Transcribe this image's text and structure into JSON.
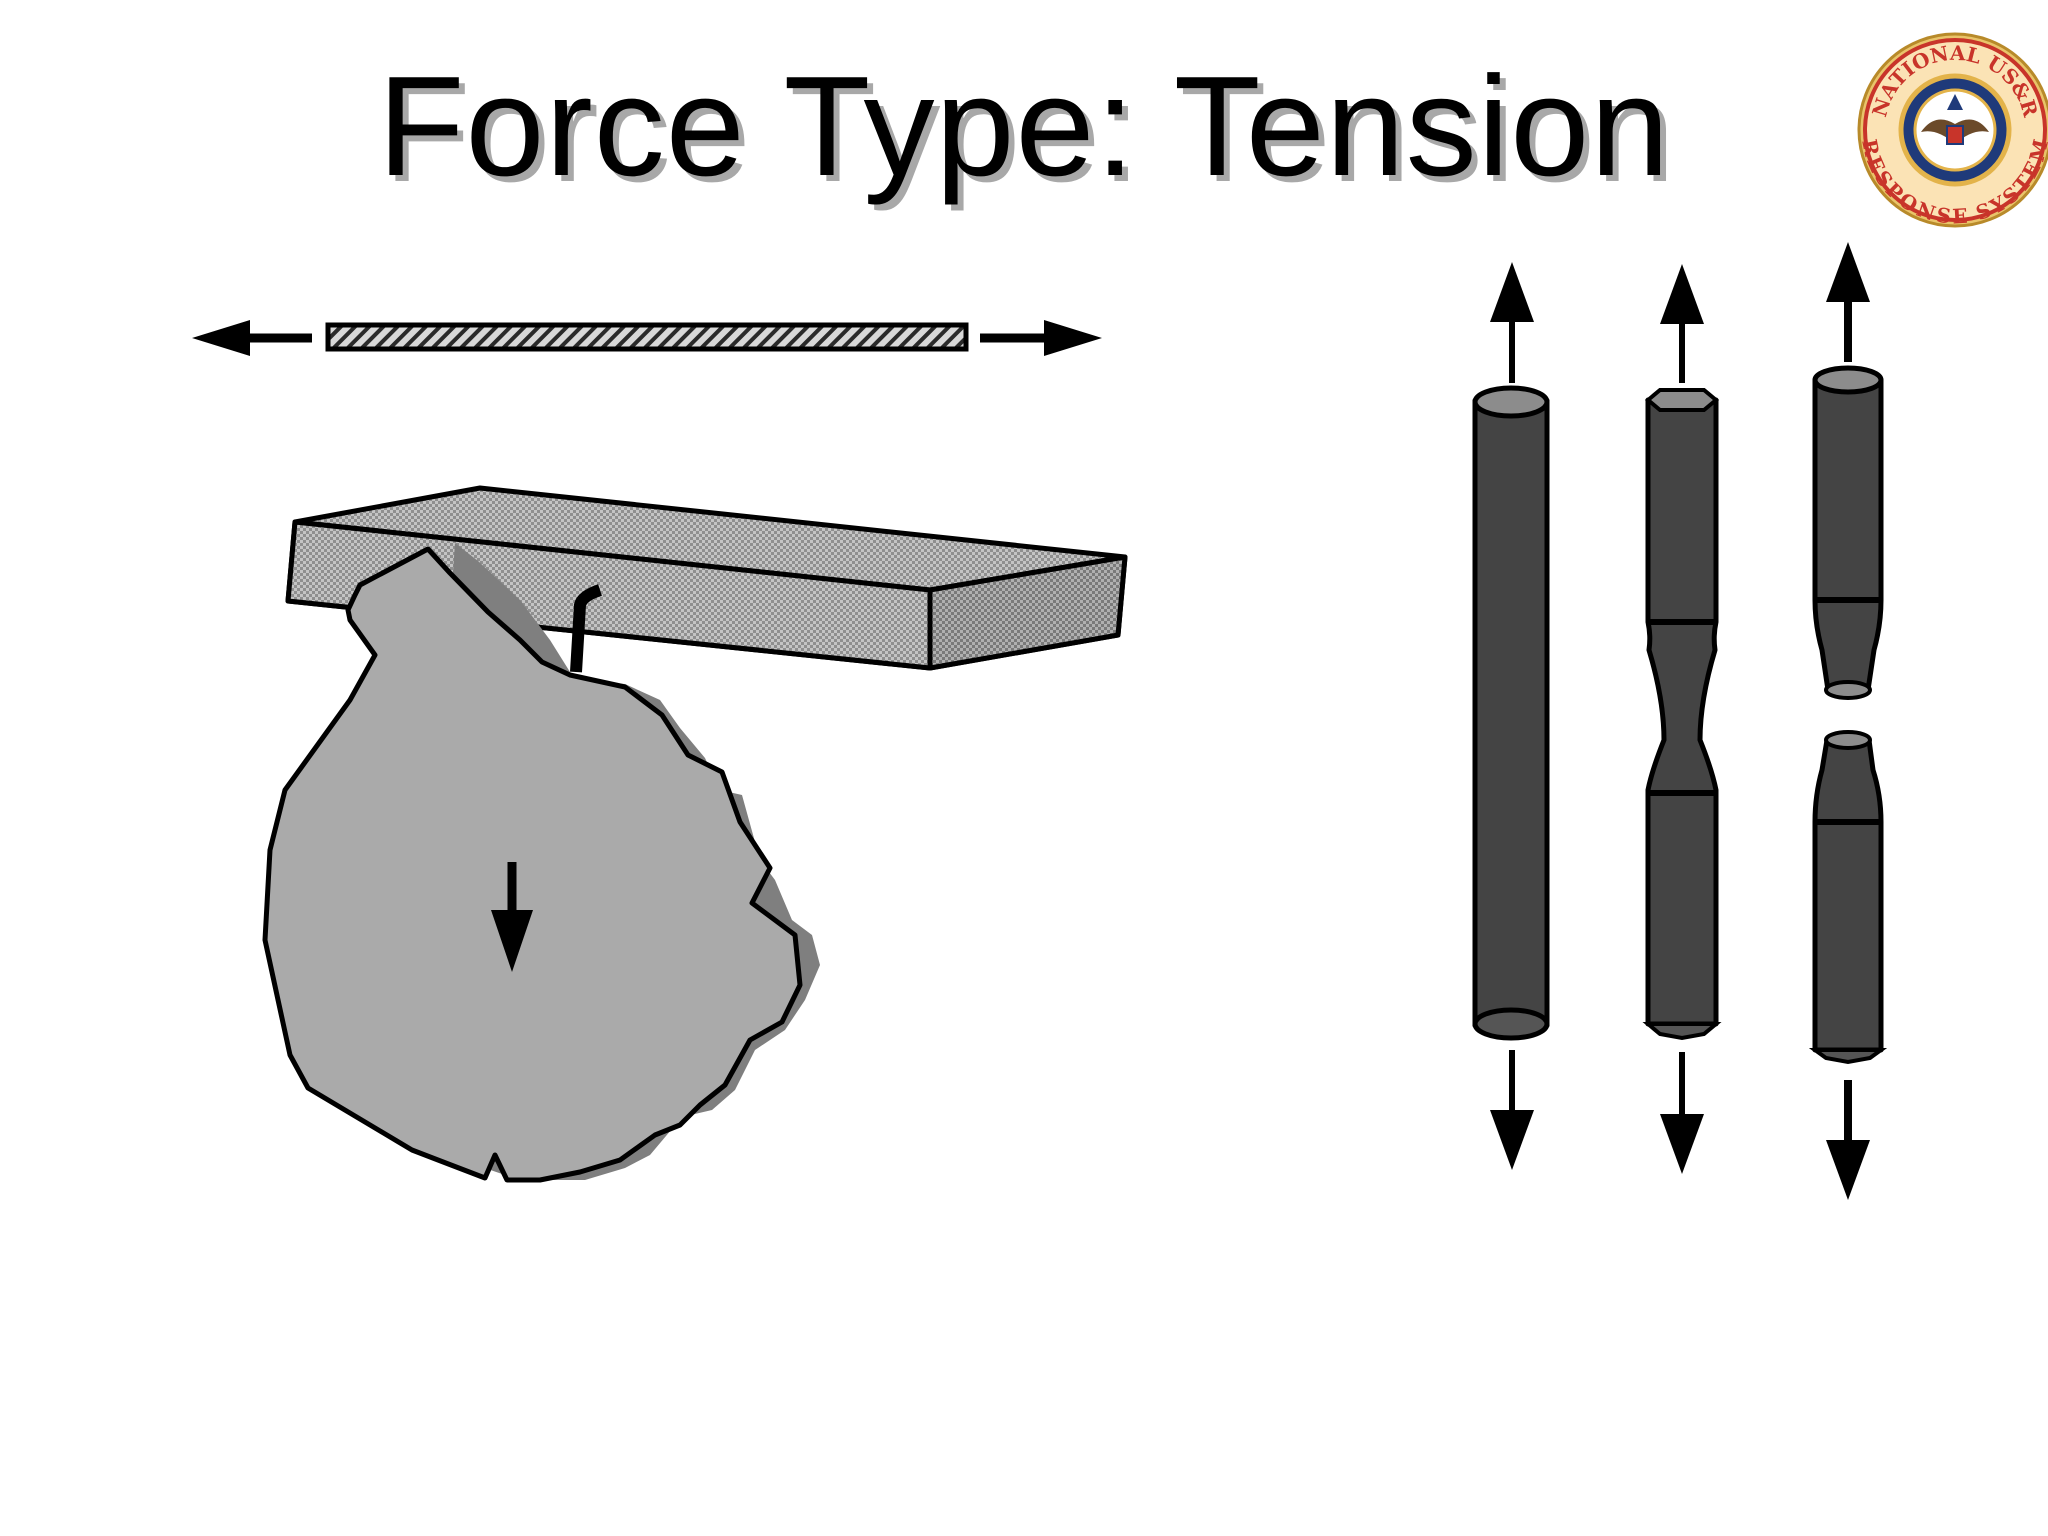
{
  "slide": {
    "title": "Force Type: Tension"
  },
  "logo": {
    "icon": "national-usar-response-system-seal",
    "text_top": "NATIONAL US&R",
    "text_bottom": "RESPONSE SYSTEM"
  },
  "colors": {
    "rod_fill": "#444444",
    "rod_top": "#8c8c8c",
    "rock_fill": "#aaaaaa",
    "rock_shadow": "#7f7f7f",
    "beam_fill": "#a0a0a0",
    "seal_red": "#c8342a",
    "seal_gold": "#e3b34a"
  }
}
